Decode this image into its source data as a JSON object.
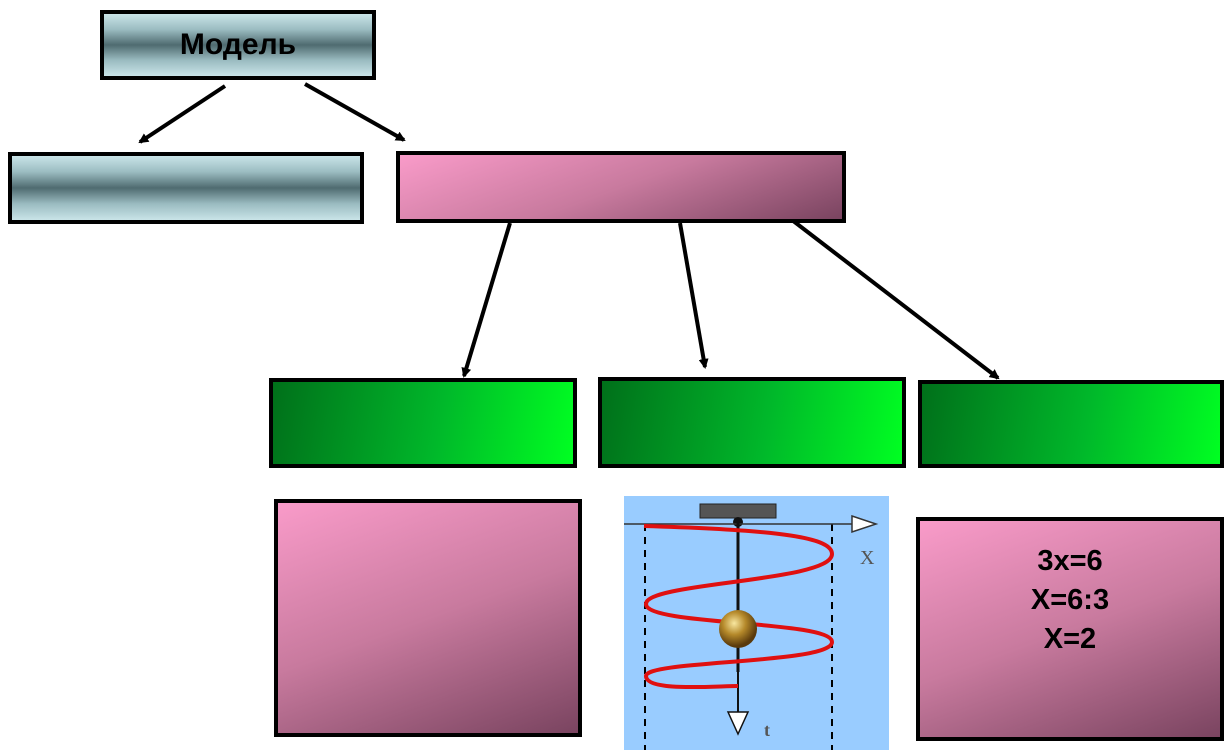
{
  "root": {
    "label": "Модель"
  },
  "formula": {
    "line1": "3x=6",
    "line2": "X=6:3",
    "line3": "X=2"
  },
  "pendulum": {
    "x_axis_label": "X",
    "t_axis_label": "t"
  },
  "colors": {
    "steel": "#4f6b70",
    "pink": "#f99bc9",
    "dark_pink": "#7a4460",
    "green": "#00ff22",
    "sky": "#99ccff",
    "wave": "#e01010"
  }
}
